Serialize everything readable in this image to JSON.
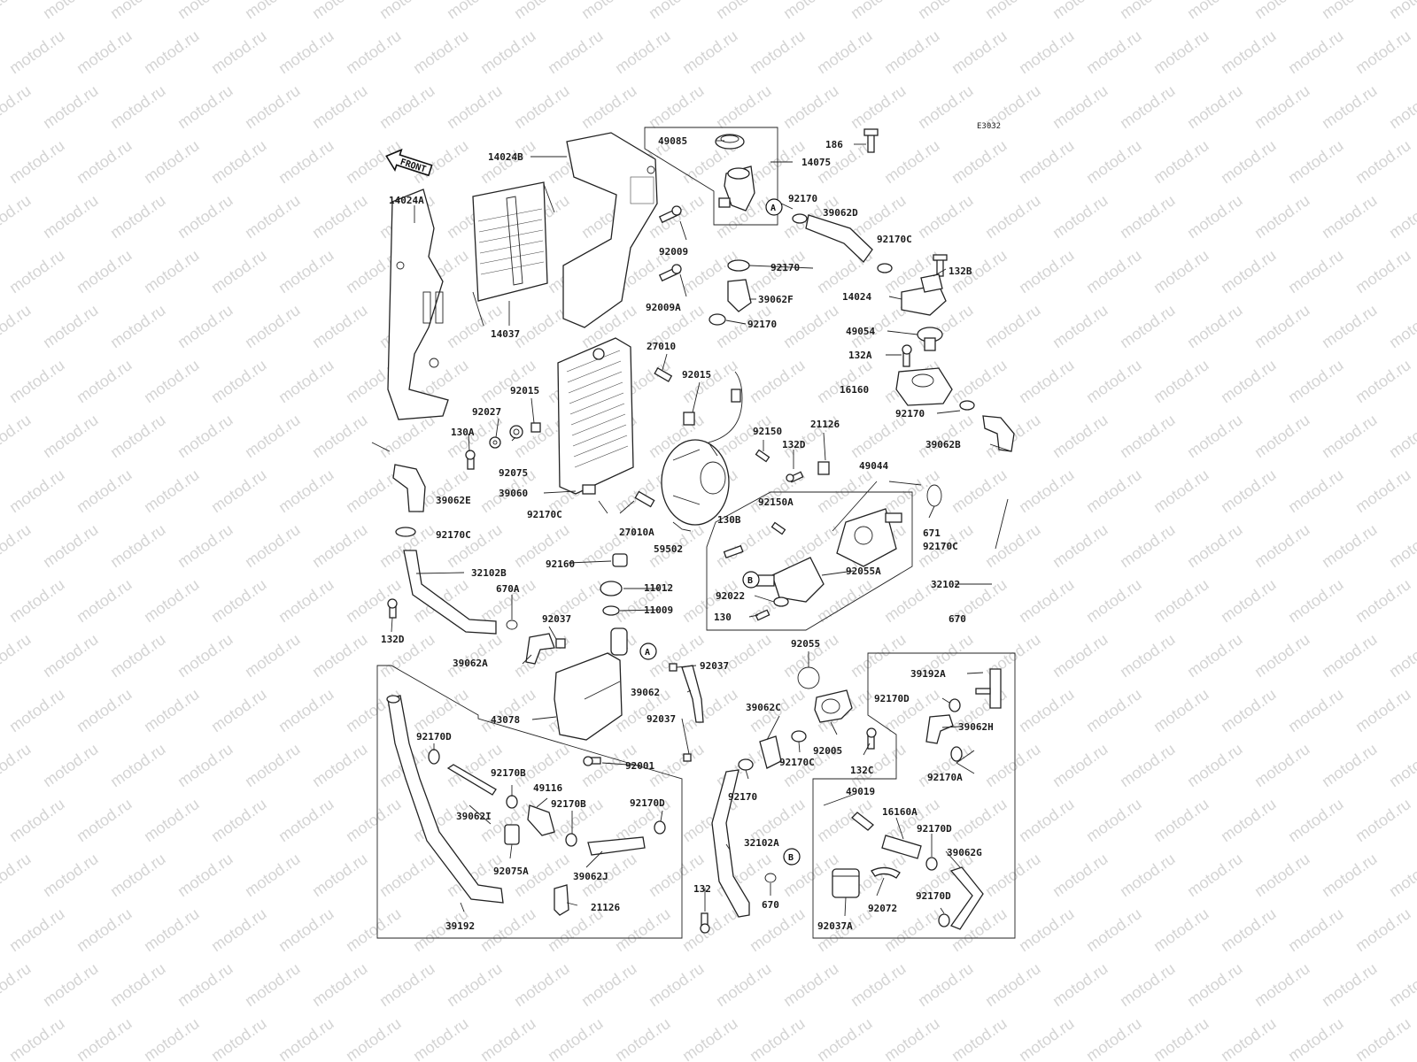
{
  "diagram_code": "E3032",
  "watermark": "motod.ru",
  "front_arrow_label": "FRONT",
  "callouts": {
    "A_top": "A",
    "A_low": "A",
    "B_mid": "B",
    "B_low": "B"
  },
  "labels": {
    "p14024B": "14024B",
    "p14024A": "14024A",
    "p14037": "14037",
    "p92009": "92009",
    "p92009A": "92009A",
    "p49085": "49085",
    "p14075": "14075",
    "p186": "186",
    "p92170_a": "92170",
    "p39062D": "39062D",
    "p92170C_a": "92170C",
    "p92170_b": "92170",
    "p132B": "132B",
    "p14024": "14024",
    "p39062F": "39062F",
    "p92170_c": "92170",
    "p49054": "49054",
    "p132A": "132A",
    "p16160": "16160",
    "p92170_d": "92170",
    "p39062B": "39062B",
    "p27010": "27010",
    "p92015_a": "92015",
    "p92015_b": "92015",
    "p92027": "92027",
    "p130A": "130A",
    "p92075": "92075",
    "p92150": "92150",
    "p21126_a": "21126",
    "p132D_a": "132D",
    "p49044": "49044",
    "p39062E": "39062E",
    "p39060": "39060",
    "p92170C_b": "92170C",
    "p27010A": "27010A",
    "p59502": "59502",
    "p92150A": "92150A",
    "p130B": "130B",
    "p671": "671",
    "p92170C_c": "92170C",
    "p92170C_d": "92170C",
    "p32102B": "32102B",
    "p92160": "92160",
    "p92055A": "92055A",
    "p11012": "11012",
    "p670A": "670A",
    "p92022": "92022",
    "p32102": "32102",
    "p11009": "11009",
    "p132D_b": "132D",
    "p92037_a": "92037",
    "p130": "130",
    "p670_a": "670",
    "p92055": "92055",
    "p39062A": "39062A",
    "p92037_b": "92037",
    "p39192A": "39192A",
    "p39062": "39062",
    "p92170D_a": "92170D",
    "p43078": "43078",
    "p92037_c": "92037",
    "p39062C": "39062C",
    "p39062H": "39062H",
    "p92170D_b": "92170D",
    "p92005": "92005",
    "p92170C_e": "92170C",
    "p132C": "132C",
    "p92170A": "92170A",
    "p92001": "92001",
    "p92170B_a": "92170B",
    "p49116": "49116",
    "p92170_e": "92170",
    "p49019": "49019",
    "p92170B_b": "92170B",
    "p92170D_c": "92170D",
    "p16160A": "16160A",
    "p39062I": "39062I",
    "p92170D_d": "92170D",
    "p32102A": "32102A",
    "p39062G": "39062G",
    "p92075A": "92075A",
    "p39062J": "39062J",
    "p132": "132",
    "p670_b": "670",
    "p92072": "92072",
    "p92170D_e": "92170D",
    "p21126_b": "21126",
    "p39192": "39192",
    "p92037A": "92037A"
  }
}
